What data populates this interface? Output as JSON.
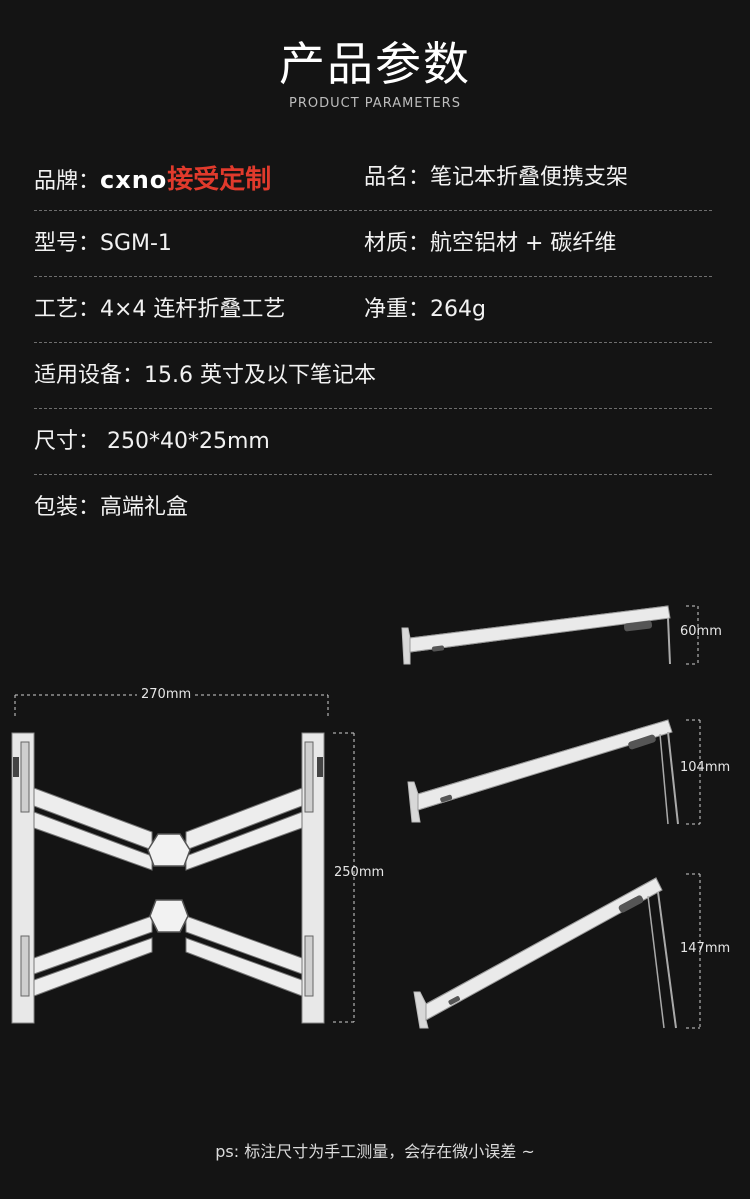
{
  "header": {
    "title": "产品参数",
    "subtitle": "PRODUCT PARAMETERS"
  },
  "specs": {
    "brand_label": "品牌：",
    "brand_logo": "cxno",
    "brand_custom": "接受定制",
    "product_name": "品名：笔记本折叠便携支架",
    "model": "型号：SGM-1",
    "material": "材质：航空铝材 + 碳纤维",
    "craft": "工艺：4×4 连杆折叠工艺",
    "weight": "净重：264g",
    "compatible": "适用设备：15.6 英寸及以下笔记本",
    "size": "尺寸：  250*40*25mm",
    "package": "包装：高端礼盒"
  },
  "dimensions": {
    "width": "270mm",
    "height": "250mm",
    "low": "60mm",
    "mid": "104mm",
    "high": "147mm"
  },
  "footnote": "ps: 标注尺寸为手工测量，会存在微小误差 ~",
  "colors": {
    "background": "#141414",
    "accent": "#e03a2c"
  }
}
